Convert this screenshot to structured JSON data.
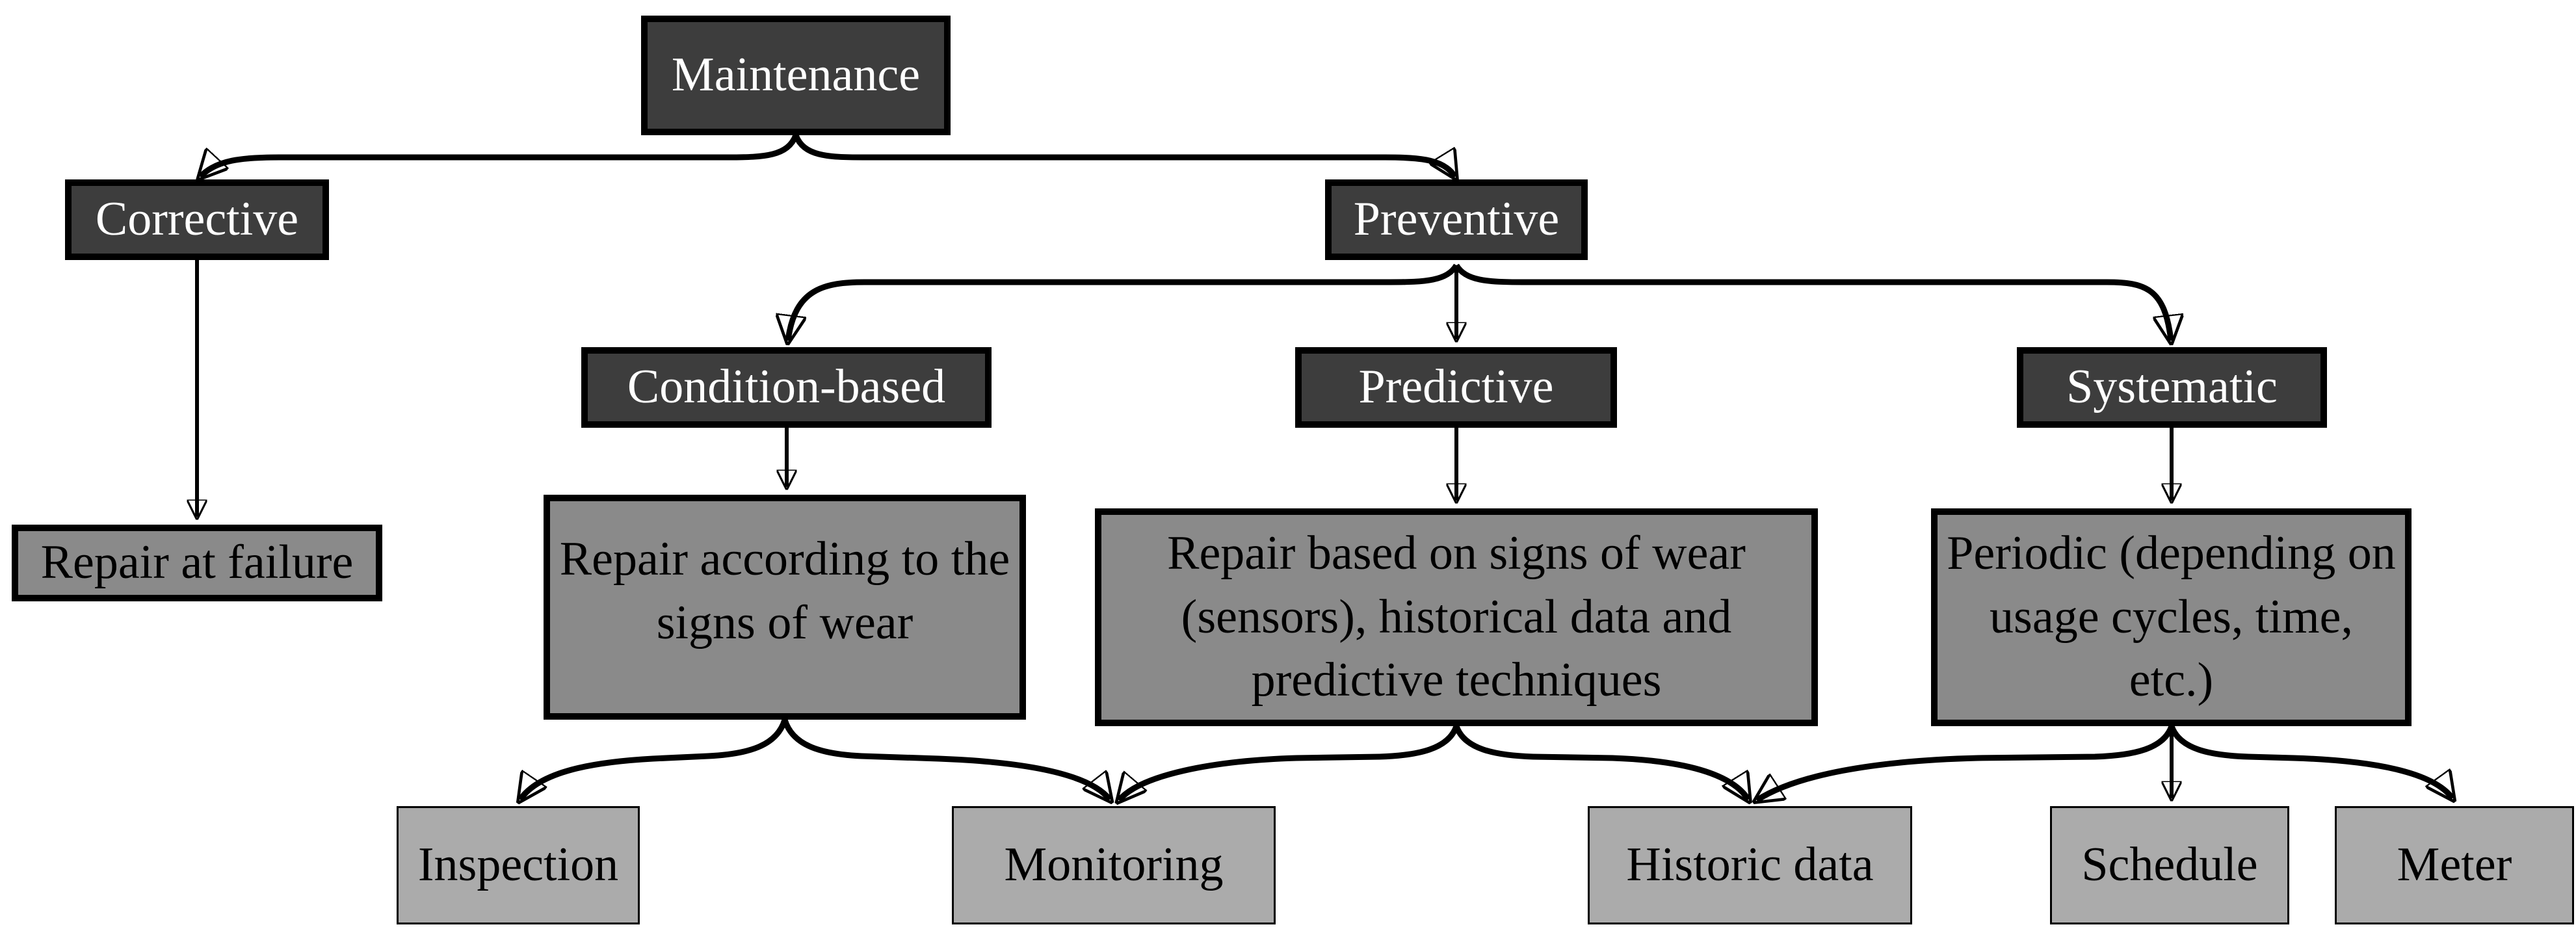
{
  "diagram": {
    "type": "tree-flowchart",
    "root": "maintenance",
    "nodes": {
      "maintenance": {
        "label": "Maintenance",
        "level": 1,
        "style": "dark"
      },
      "corrective": {
        "label": "Corrective",
        "level": 2,
        "style": "dark"
      },
      "preventive": {
        "label": "Preventive",
        "level": 2,
        "style": "dark"
      },
      "condition_based": {
        "label": "Condition-based",
        "level": 3,
        "style": "dark"
      },
      "predictive": {
        "label": "Predictive",
        "level": 3,
        "style": "dark"
      },
      "systematic": {
        "label": "Systematic",
        "level": 3,
        "style": "dark"
      },
      "repair_at_failure": {
        "label": "Repair at failure",
        "level": 4,
        "style": "mid"
      },
      "repair_according": {
        "label": "Repair according to the\nsigns of wear",
        "level": 4,
        "style": "mid"
      },
      "repair_based": {
        "label": "Repair based on signs of wear\n(sensors), historical data and\npredictive techniques",
        "level": 4,
        "style": "mid"
      },
      "periodic": {
        "label": "Periodic (depending on\nusage cycles, time,\netc.)",
        "level": 4,
        "style": "mid"
      },
      "inspection": {
        "label": "Inspection",
        "level": 5,
        "style": "light"
      },
      "monitoring": {
        "label": "Monitoring",
        "level": 5,
        "style": "light"
      },
      "historic_data": {
        "label": "Historic data",
        "level": 5,
        "style": "light"
      },
      "schedule": {
        "label": "Schedule",
        "level": 5,
        "style": "light"
      },
      "meter": {
        "label": "Meter",
        "level": 5,
        "style": "light"
      }
    },
    "edges": [
      {
        "from": "maintenance",
        "to": "corrective"
      },
      {
        "from": "maintenance",
        "to": "preventive"
      },
      {
        "from": "corrective",
        "to": "repair_at_failure"
      },
      {
        "from": "preventive",
        "to": "condition_based"
      },
      {
        "from": "preventive",
        "to": "predictive"
      },
      {
        "from": "preventive",
        "to": "systematic"
      },
      {
        "from": "condition_based",
        "to": "repair_according"
      },
      {
        "from": "predictive",
        "to": "repair_based"
      },
      {
        "from": "systematic",
        "to": "periodic"
      },
      {
        "from": "repair_according",
        "to": "inspection"
      },
      {
        "from": "repair_according",
        "to": "monitoring"
      },
      {
        "from": "repair_based",
        "to": "monitoring"
      },
      {
        "from": "repair_based",
        "to": "historic_data"
      },
      {
        "from": "periodic",
        "to": "historic_data"
      },
      {
        "from": "periodic",
        "to": "schedule"
      },
      {
        "from": "periodic",
        "to": "meter"
      }
    ],
    "colors": {
      "dark_fill": "#3d3d3d",
      "mid_fill": "#8a8a8a",
      "light_fill": "#ababab",
      "border": "#000000",
      "connector": "#000000",
      "background": "#ffffff",
      "text_on_dark": "#ffffff",
      "text_on_gray": "#000000"
    }
  }
}
